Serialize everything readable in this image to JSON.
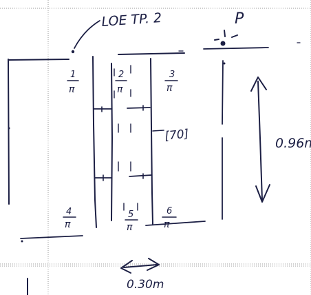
{
  "annotations": {
    "loe_label": "LOE TP. 2",
    "point_label": "P",
    "callout_label": "[70]",
    "height_dim": "0.96m",
    "width_dim": "0.30m"
  },
  "cells": {
    "c1": {
      "top": "1",
      "bottom": "π"
    },
    "c2": {
      "top": "2",
      "bottom": "π"
    },
    "c3": {
      "top": "3",
      "bottom": "π"
    },
    "c4": {
      "top": "4",
      "bottom": "π"
    },
    "c5": {
      "top": "5",
      "bottom": "π"
    },
    "c6": {
      "top": "6",
      "bottom": "π"
    }
  },
  "colors": {
    "ink": "#1c1f44",
    "grid": "#9a9a9a",
    "paper": "#ffffff"
  }
}
